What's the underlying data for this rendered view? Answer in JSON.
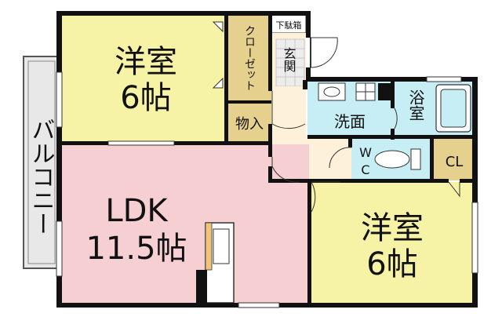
{
  "rooms": {
    "western_room_1": {
      "name": "洋室",
      "size": "6帖"
    },
    "closet": {
      "name": "クローゼット"
    },
    "shoe_box": {
      "name": "下駄箱"
    },
    "entrance": {
      "name": "玄関"
    },
    "storage": {
      "name": "物入"
    },
    "washroom": {
      "name": "洗面"
    },
    "bathroom": {
      "name": "浴室"
    },
    "toilet": {
      "line1": "W",
      "line2": "C"
    },
    "cl": {
      "name": "CL"
    },
    "ldk": {
      "name": "LDK",
      "size": "11.5帖"
    },
    "western_room_2": {
      "name": "洋室",
      "size": "6帖"
    },
    "balcony": {
      "name": "バルコニー"
    }
  },
  "colors": {
    "western_room": "#f7f3a6",
    "closet": "#e6d08e",
    "ldk": "#f6cfd2",
    "wet_area": "#c8eef5",
    "entrance": "#fdf1d9",
    "balcony": "#e8e8e8",
    "wall": "#111111"
  }
}
